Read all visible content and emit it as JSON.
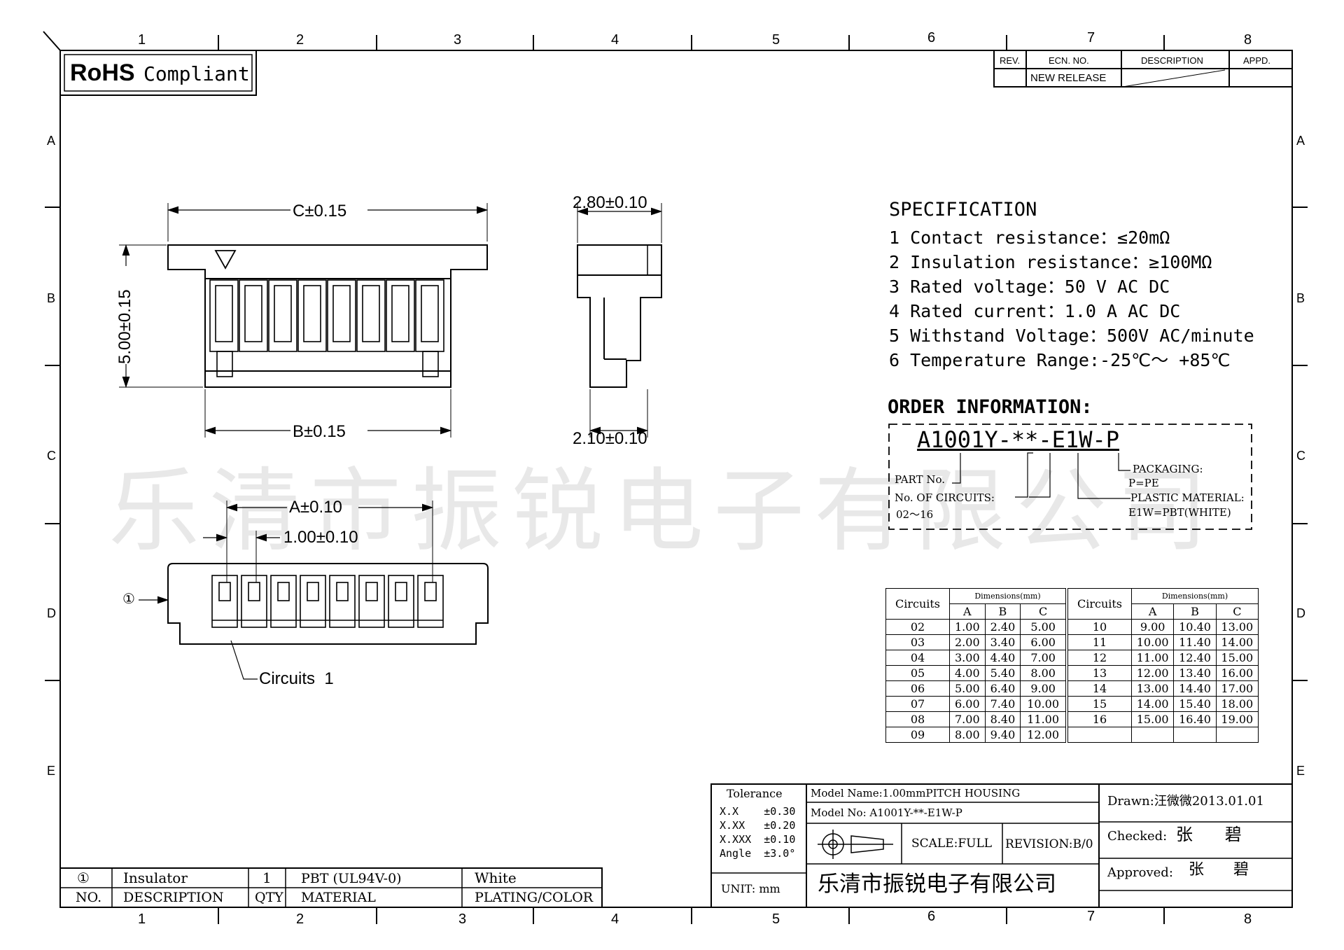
{
  "header": {
    "rohs_label": "RoHS",
    "compliant_label": "Compliant"
  },
  "zone_columns": [
    "1",
    "2",
    "3",
    "4",
    "5",
    "6",
    "7",
    "8"
  ],
  "zone_rows": [
    "A",
    "B",
    "C",
    "D",
    "E"
  ],
  "revision_block": {
    "headers": [
      "REV.",
      "ECN. NO.",
      "DESCRIPTION",
      "APPD."
    ],
    "row": [
      "",
      "NEW RELEASE",
      "",
      ""
    ]
  },
  "dimensions": {
    "c_dim": "C±0.15",
    "height_dim": "5.00±0.15",
    "b_dim": "B±0.15",
    "top_width": "2.80±0.10",
    "bottom_width": "2.10±0.10",
    "a_dim": "A±0.10",
    "pitch_dim": "1.00±0.10",
    "circuit_marker": "①",
    "circuits_label": "Circuits  1"
  },
  "specification": {
    "title": "SPECIFICATION",
    "items": [
      "1 Contact resistance：≤20mΩ",
      "2 Insulation resistance：≥100MΩ",
      "3 Rated voltage：50 V AC DC",
      "4 Rated current：1.0 A AC DC",
      "5 Withstand Voltage：500V AC/minute",
      "6 Temperature Range:-25℃～ +85℃"
    ]
  },
  "order_info": {
    "title": "ORDER INFORMATION:",
    "part_code": "A1001Y-**-E1W-P",
    "part_no_label": "PART No.",
    "circuits_label": "No. OF CIRCUITS:",
    "circuits_range": "02～16",
    "packaging_label": "PACKAGING:",
    "packaging_value": "P=PE",
    "material_label": "PLASTIC MATERIAL:",
    "material_value": "E1W=PBT(WHITE)"
  },
  "dimension_table": {
    "circuits_header": "Circuits",
    "dims_header": "Dimensions(mm)",
    "cols": [
      "A",
      "B",
      "C"
    ],
    "left": [
      [
        "02",
        "1.00",
        "2.40",
        "5.00"
      ],
      [
        "03",
        "2.00",
        "3.40",
        "6.00"
      ],
      [
        "04",
        "3.00",
        "4.40",
        "7.00"
      ],
      [
        "05",
        "4.00",
        "5.40",
        "8.00"
      ],
      [
        "06",
        "5.00",
        "6.40",
        "9.00"
      ],
      [
        "07",
        "6.00",
        "7.40",
        "10.00"
      ],
      [
        "08",
        "7.00",
        "8.40",
        "11.00"
      ],
      [
        "09",
        "8.00",
        "9.40",
        "12.00"
      ]
    ],
    "right": [
      [
        "10",
        "9.00",
        "10.40",
        "13.00"
      ],
      [
        "11",
        "10.00",
        "11.40",
        "14.00"
      ],
      [
        "12",
        "11.00",
        "12.40",
        "15.00"
      ],
      [
        "13",
        "12.00",
        "13.40",
        "16.00"
      ],
      [
        "14",
        "13.00",
        "14.40",
        "17.00"
      ],
      [
        "15",
        "14.00",
        "15.40",
        "18.00"
      ],
      [
        "16",
        "15.00",
        "16.40",
        "19.00"
      ]
    ]
  },
  "watermark": "乐清市振锐电子有限公司",
  "bom": {
    "row": [
      "①",
      "Insulator",
      "1",
      "PBT (UL94V-0)",
      "White"
    ],
    "headers": [
      "NO.",
      "DESCRIPTION",
      "QTY",
      "MATERIAL",
      "PLATING/COLOR"
    ]
  },
  "title_block": {
    "tolerance_title": "Tolerance",
    "tolerances": [
      "X.X    ±0.30",
      "X.XX   ±0.20",
      "X.XXX  ±0.10",
      "Angle  ±3.0°"
    ],
    "unit": "UNIT: mm",
    "model_name": "Model Name:1.00mmPITCH HOUSING",
    "model_no": "Model No: A1001Y-**-E1W-P",
    "scale": "SCALE:FULL",
    "revision": "REVISION:B/0",
    "company": "乐清市振锐电子有限公司",
    "drawn": "Drawn:汪微微2013.01.01",
    "checked_label": "Checked:",
    "checked_name": "张      碧",
    "approved_label": "Approved:",
    "approved_name": "张      碧"
  }
}
